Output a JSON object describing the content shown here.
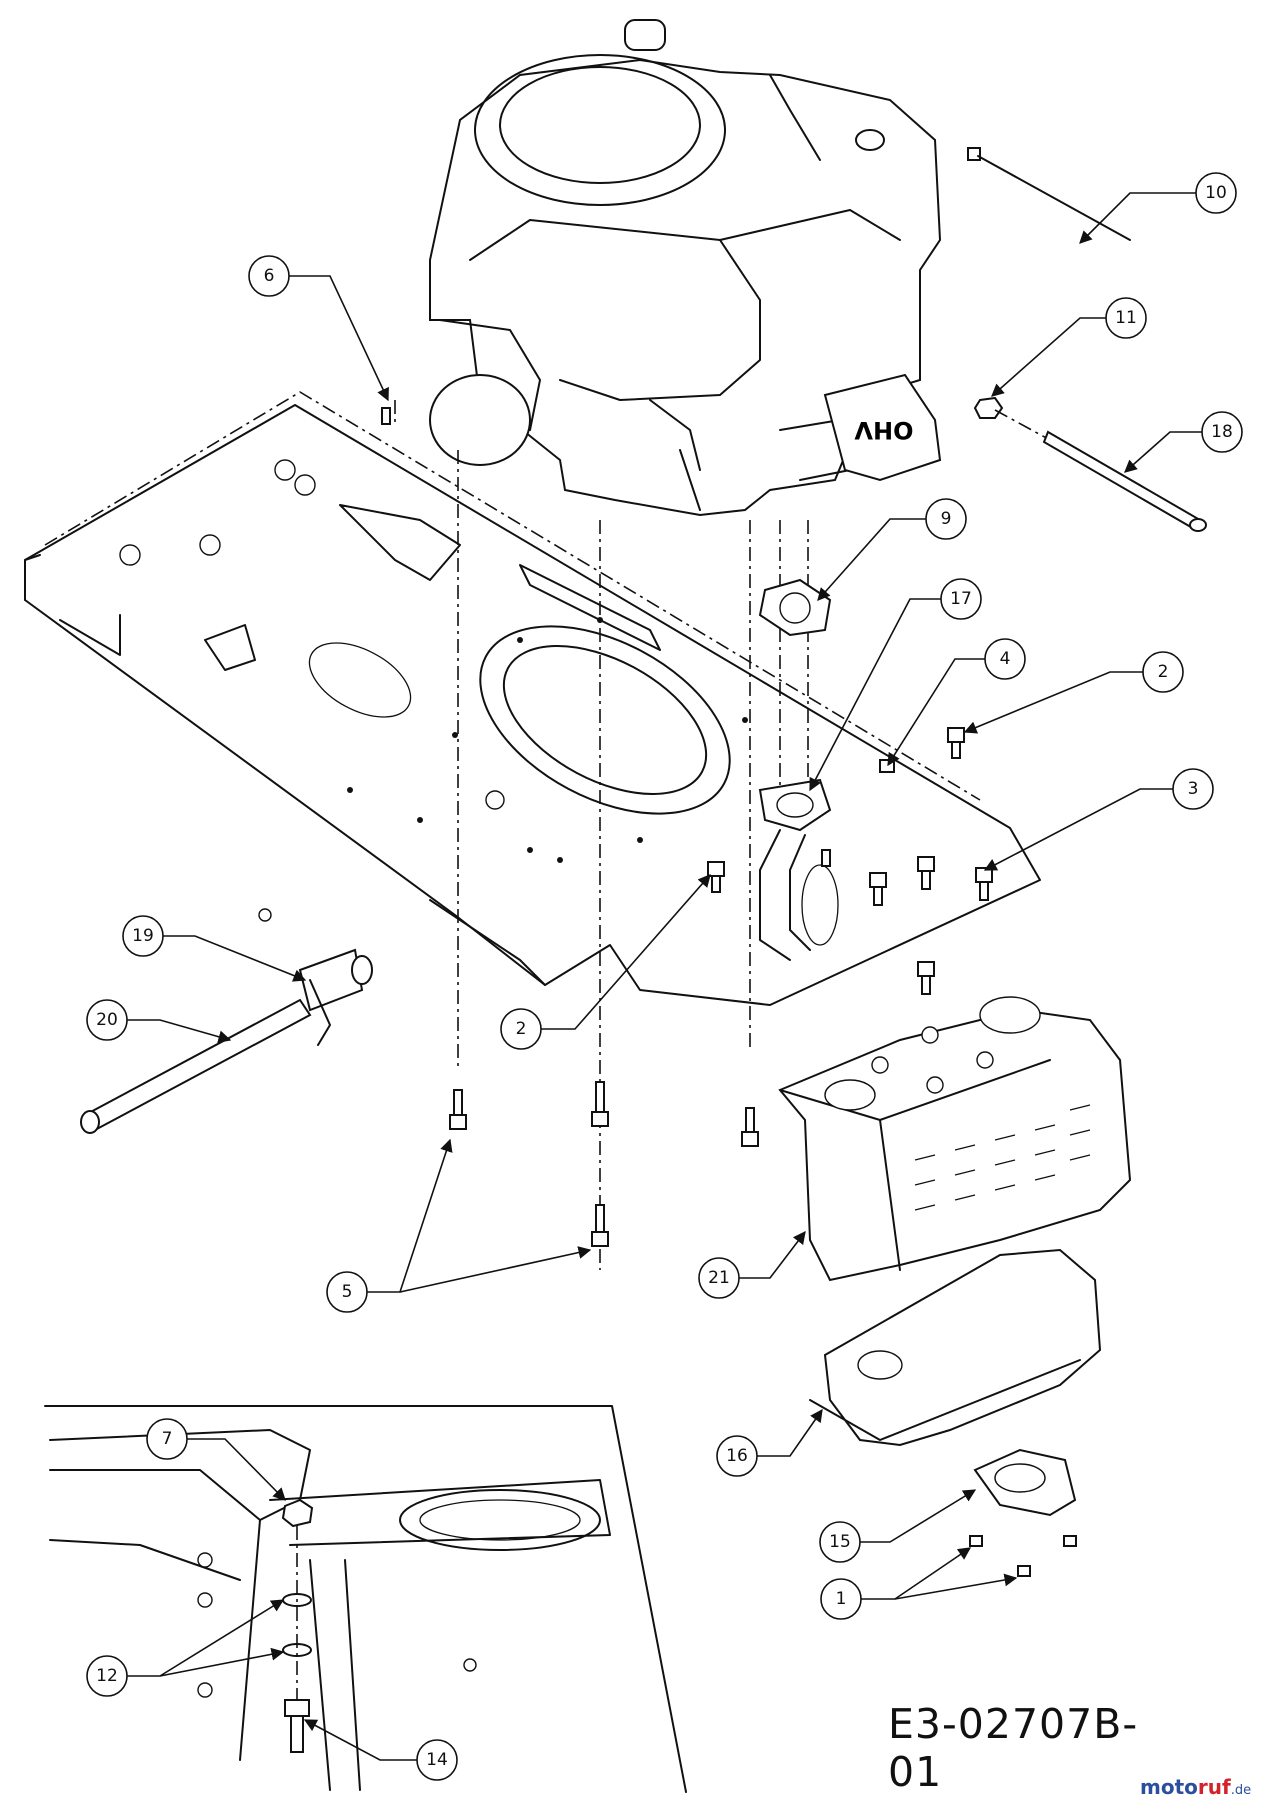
{
  "diagram": {
    "reference_code": "E3-02707B-01",
    "engine_badge": "OHV",
    "watermark": {
      "name_a": "moto",
      "name_b": "ruf",
      "suffix": ".de"
    },
    "callouts": [
      "10",
      "6",
      "11",
      "18",
      "9",
      "17",
      "4",
      "2",
      "3",
      "19",
      "20",
      "2",
      "5",
      "21",
      "16",
      "15",
      "1",
      "7",
      "12",
      "14"
    ]
  }
}
